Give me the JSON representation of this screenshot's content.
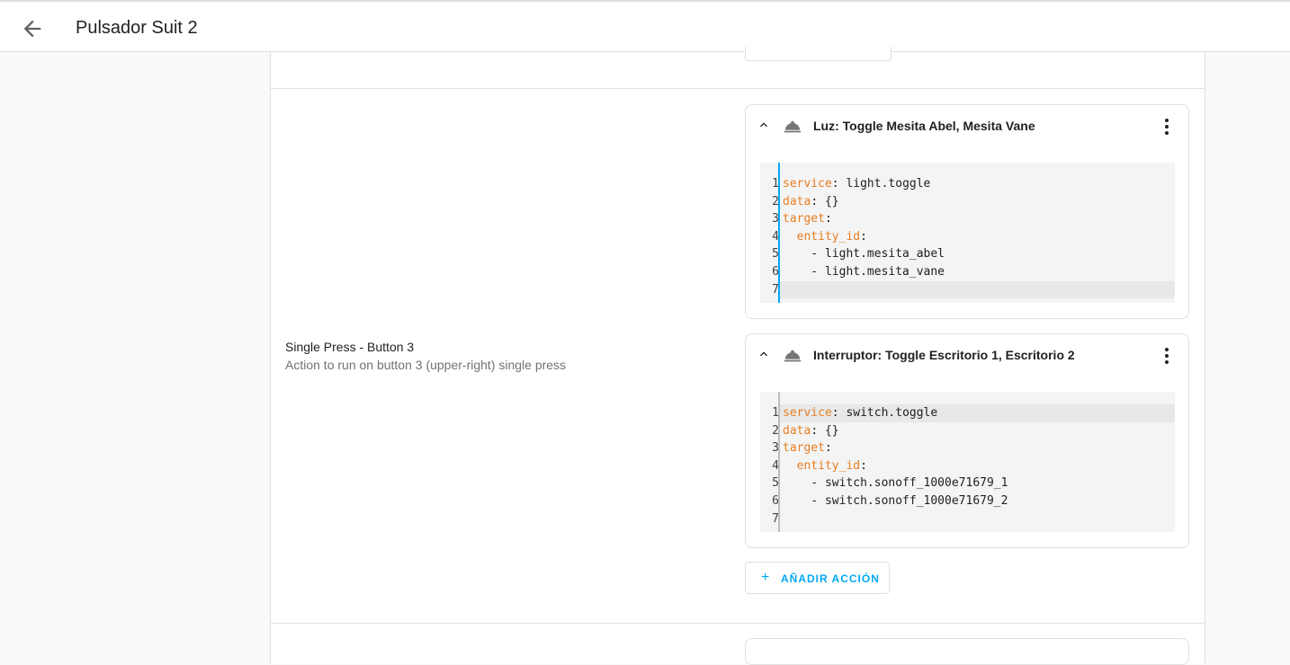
{
  "header": {
    "title": "Pulsador Suit 2"
  },
  "field": {
    "label": "Single Press - Button 3",
    "description": "Action to run on button 3 (upper-right) single press"
  },
  "actions": [
    {
      "title": "Luz: Toggle Mesita Abel, Mesita Vane",
      "code": [
        {
          "n": "1",
          "key": "service",
          "sep": ": ",
          "val": "light.toggle"
        },
        {
          "n": "2",
          "key": "data",
          "sep": ": ",
          "val": "{}"
        },
        {
          "n": "3",
          "key": "target",
          "sep": ":",
          "val": ""
        },
        {
          "n": "4",
          "key": "  entity_id",
          "sep": ":",
          "val": ""
        },
        {
          "n": "5",
          "key": "",
          "sep": "",
          "val": "    - light.mesita_abel"
        },
        {
          "n": "6",
          "key": "",
          "sep": "",
          "val": "    - light.mesita_vane"
        },
        {
          "n": "7",
          "key": "",
          "sep": "",
          "val": ""
        }
      ]
    },
    {
      "title": "Interruptor: Toggle Escritorio 1, Escritorio 2",
      "code": [
        {
          "n": "1",
          "key": "service",
          "sep": ": ",
          "val": "switch.toggle"
        },
        {
          "n": "2",
          "key": "data",
          "sep": ": ",
          "val": "{}"
        },
        {
          "n": "3",
          "key": "target",
          "sep": ":",
          "val": ""
        },
        {
          "n": "4",
          "key": "  entity_id",
          "sep": ":",
          "val": ""
        },
        {
          "n": "5",
          "key": "",
          "sep": "",
          "val": "    - switch.sonoff_1000e71679_1"
        },
        {
          "n": "6",
          "key": "",
          "sep": "",
          "val": "    - switch.sonoff_1000e71679_2"
        },
        {
          "n": "7",
          "key": "",
          "sep": "",
          "val": ""
        }
      ]
    }
  ],
  "add_action": {
    "label": "AÑADIR ACCIÓN"
  },
  "colors": {
    "accent": "#03a9f4",
    "yaml_key": "#e67e22"
  }
}
